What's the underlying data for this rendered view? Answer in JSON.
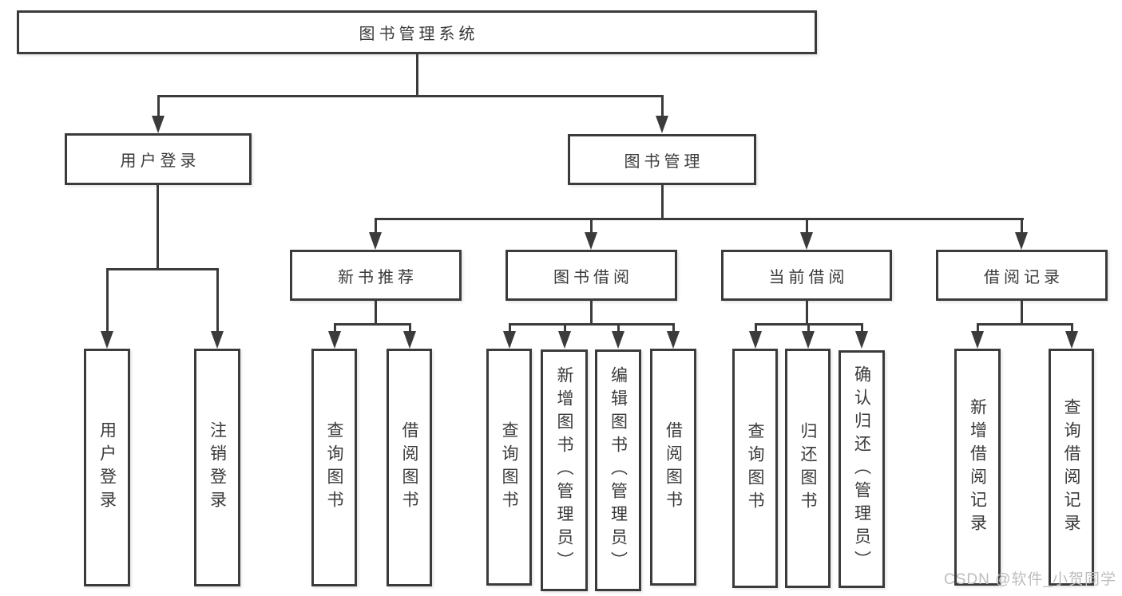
{
  "diagram": {
    "root": {
      "label": "图书管理系统"
    },
    "branches": [
      {
        "label": "用户登录",
        "children": [
          {
            "label": "用户登录"
          },
          {
            "label": "注销登录"
          }
        ]
      },
      {
        "label": "图书管理",
        "children": [
          {
            "label": "新书推荐",
            "children": [
              {
                "label": "查询图书"
              },
              {
                "label": "借阅图书"
              }
            ]
          },
          {
            "label": "图书借阅",
            "children": [
              {
                "label": "查询图书"
              },
              {
                "label": "新增图书（管理员）"
              },
              {
                "label": "编辑图书（管理员）"
              },
              {
                "label": "借阅图书"
              }
            ]
          },
          {
            "label": "当前借阅",
            "children": [
              {
                "label": "查询图书"
              },
              {
                "label": "归还图书"
              },
              {
                "label": "确认归还（管理员）"
              }
            ]
          },
          {
            "label": "借阅记录",
            "children": [
              {
                "label": "新增借阅记录"
              },
              {
                "label": "查询借阅记录"
              }
            ]
          }
        ]
      }
    ]
  },
  "watermark": {
    "text": "CSDN @软件_小贺同学"
  },
  "colors": {
    "line": "#3b3b3b",
    "text": "#3a3a3a",
    "box_fill": "#ffffff",
    "watermark": "#bdbdbd",
    "background": "#ffffff"
  }
}
